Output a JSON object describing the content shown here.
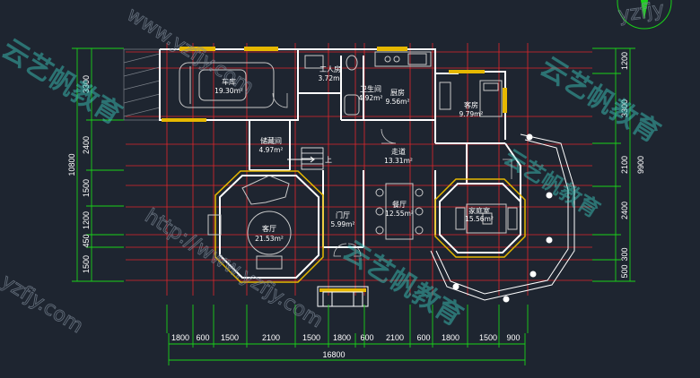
{
  "rooms": {
    "garage": {
      "name": "车库",
      "area": "19.30m²"
    },
    "workroom": {
      "name": "工人房",
      "area": "3.72m²"
    },
    "bathroom": {
      "name": "卫生间",
      "area": "4.92m²"
    },
    "kitchen": {
      "name": "厨房",
      "area": "9.56m²"
    },
    "guestroom": {
      "name": "客房",
      "area": "9.79m²"
    },
    "storage": {
      "name": "储藏间",
      "area": "4.97m²"
    },
    "corridor": {
      "name": "走道",
      "area": "13.31m²"
    },
    "dining": {
      "name": "餐厅",
      "area": "12.55m²"
    },
    "foyer": {
      "name": "门厅",
      "area": "5.99m²"
    },
    "family": {
      "name": "家庭室",
      "area": "15.56m²"
    },
    "living": {
      "name": "客厅",
      "area": "21.53m²"
    }
  },
  "stair_label": "上",
  "dims_bottom": [
    "1800",
    "600",
    "1500",
    "2100",
    "1500",
    "1800",
    "600",
    "2100",
    "600",
    "1800",
    "1500",
    "900"
  ],
  "dim_total_bottom": "16800",
  "dims_left": [
    "3300",
    "2400",
    "1500",
    "1200",
    "450",
    "1500"
  ],
  "dim_total_left": "10800",
  "dims_right": [
    "1200",
    "3300",
    "2100",
    "2400",
    "300",
    "500"
  ],
  "dim_total_right": "9900",
  "watermarks": {
    "brand_a": "云艺帆教育",
    "brand_b": "云艺帆教育",
    "brand_c": "云艺帆教育",
    "brand_d": "云艺帆教育",
    "url_a": "http://www.yzfjy.com",
    "url_b": "www.yzfjy.com",
    "url_c": "yzfjy.com",
    "url_d": "yzfjy"
  },
  "colors": {
    "background": "#1e2530",
    "wall": "#ffffff",
    "grid": "#e0262b",
    "dimension": "#19d219",
    "window": "#e6b800",
    "furniture": "#c9c9c9"
  }
}
